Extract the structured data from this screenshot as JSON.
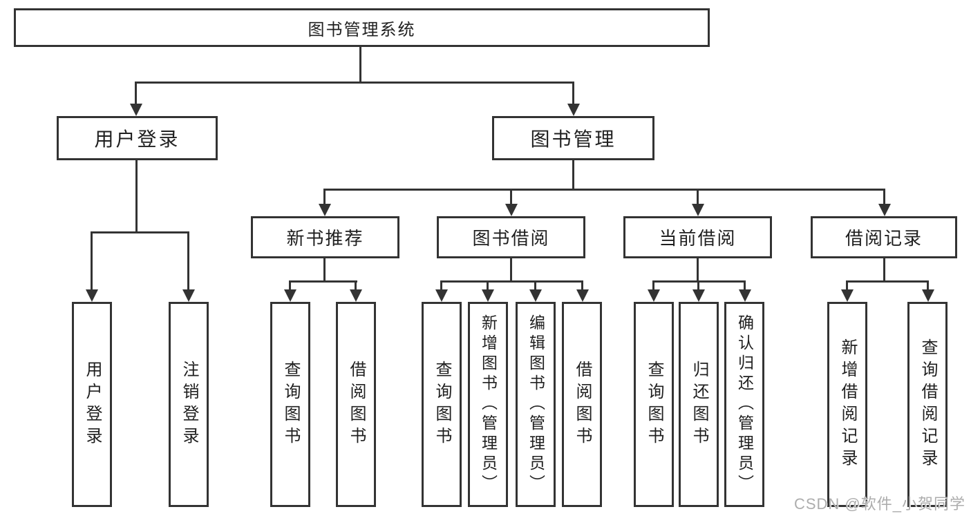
{
  "diagram": {
    "title_node": {
      "label": "图书管理系统"
    },
    "level2": [
      {
        "label": "用户登录"
      },
      {
        "label": "图书管理"
      }
    ],
    "level3": [
      {
        "label": "新书推荐",
        "parent": "图书管理"
      },
      {
        "label": "图书借阅",
        "parent": "图书管理"
      },
      {
        "label": "当前借阅",
        "parent": "图书管理"
      },
      {
        "label": "借阅记录",
        "parent": "图书管理"
      }
    ],
    "leaves": [
      {
        "label": "用户登录",
        "parent": "用户登录"
      },
      {
        "label": "注销登录",
        "parent": "用户登录"
      },
      {
        "label": "查询图书",
        "parent": "新书推荐"
      },
      {
        "label": "借阅图书",
        "parent": "新书推荐"
      },
      {
        "label": "查询图书",
        "parent": "图书借阅"
      },
      {
        "label": "新增图书（管理员）",
        "parent": "图书借阅"
      },
      {
        "label": "编辑图书（管理员）",
        "parent": "图书借阅"
      },
      {
        "label": "借阅图书",
        "parent": "图书借阅"
      },
      {
        "label": "查询图书",
        "parent": "当前借阅"
      },
      {
        "label": "归还图书",
        "parent": "当前借阅"
      },
      {
        "label": "确认归还（管理员）",
        "parent": "当前借阅"
      },
      {
        "label": "新增借阅记录",
        "parent": "借阅记录"
      },
      {
        "label": "查询借阅记录",
        "parent": "借阅记录"
      }
    ]
  },
  "watermark": {
    "text": "CSDN @软件_小贺同学"
  },
  "colors": {
    "line": "#333333",
    "text": "#1f1f1f",
    "watermark": "#adadad",
    "background": "#ffffff"
  }
}
